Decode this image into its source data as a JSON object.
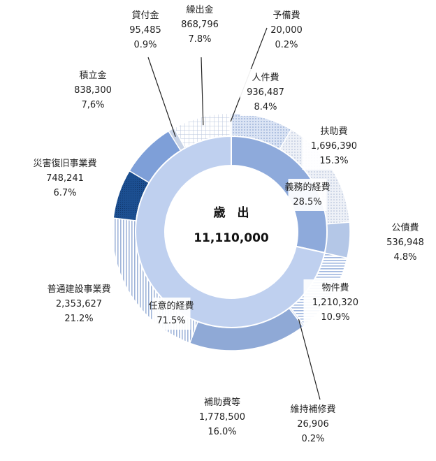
{
  "chart_data": {
    "type": "donut",
    "center_label": {
      "title": "歳　出",
      "total": "11,110,000"
    },
    "inner_ring": [
      {
        "name": "義務的経費",
        "percent": "28.5%",
        "value": 28.5,
        "color": "#8eaadb"
      },
      {
        "name": "任意的経費",
        "percent": "71.5%",
        "value": 71.5,
        "color": "#bfd0ef"
      }
    ],
    "outer_ring": [
      {
        "name": "人件費",
        "value": 936487,
        "value_text": "936,487",
        "percent": "8.4%",
        "color": "#bccce9",
        "pattern": "dots"
      },
      {
        "name": "扶助費",
        "value": 1696390,
        "value_text": "1,696,390",
        "percent": "15.3%",
        "color": "#d2dbec",
        "pattern": "dots-light"
      },
      {
        "name": "公債費",
        "value": 536948,
        "value_text": "536,948",
        "percent": "4.8%",
        "color": "#b4c7e7",
        "pattern": "solid"
      },
      {
        "name": "物件費",
        "value": 1210320,
        "value_text": "1,210,320",
        "percent": "10.9%",
        "color": "#9fb6df",
        "pattern": "hlines"
      },
      {
        "name": "維持補修費",
        "value": 26906,
        "value_text": "26,906",
        "percent": "0.2%",
        "color": "#c5d3ec",
        "pattern": "solid"
      },
      {
        "name": "補助費等",
        "value": 1778500,
        "value_text": "1,778,500",
        "percent": "16.0%",
        "color": "#8fa9d6",
        "pattern": "solid"
      },
      {
        "name": "普通建設事業費",
        "value": 2353627,
        "value_text": "2,353,627",
        "percent": "21.2%",
        "color": "#9fb4d9",
        "pattern": "vlines"
      },
      {
        "name": "災害復旧事業費",
        "value": 748241,
        "value_text": "748,241",
        "percent": "6.7%",
        "color": "#1c4f91",
        "pattern": "dark"
      },
      {
        "name": "積立金",
        "value": 838300,
        "value_text": "838,300",
        "percent": "7,6%",
        "color": "#7e9fd8",
        "pattern": "solid"
      },
      {
        "name": "貸付金",
        "value": 95485,
        "value_text": "95,485",
        "percent": "0.9%",
        "color": "#c8d3e6",
        "pattern": "solid"
      },
      {
        "name": "繰出金",
        "value": 868796,
        "value_text": "868,796",
        "percent": "7.8%",
        "color": "#c9d2e3",
        "pattern": "grid"
      },
      {
        "name": "予備費",
        "value": 20000,
        "value_text": "20,000",
        "percent": "0.2%",
        "color": "#c6d2e8",
        "pattern": "solid"
      }
    ]
  }
}
